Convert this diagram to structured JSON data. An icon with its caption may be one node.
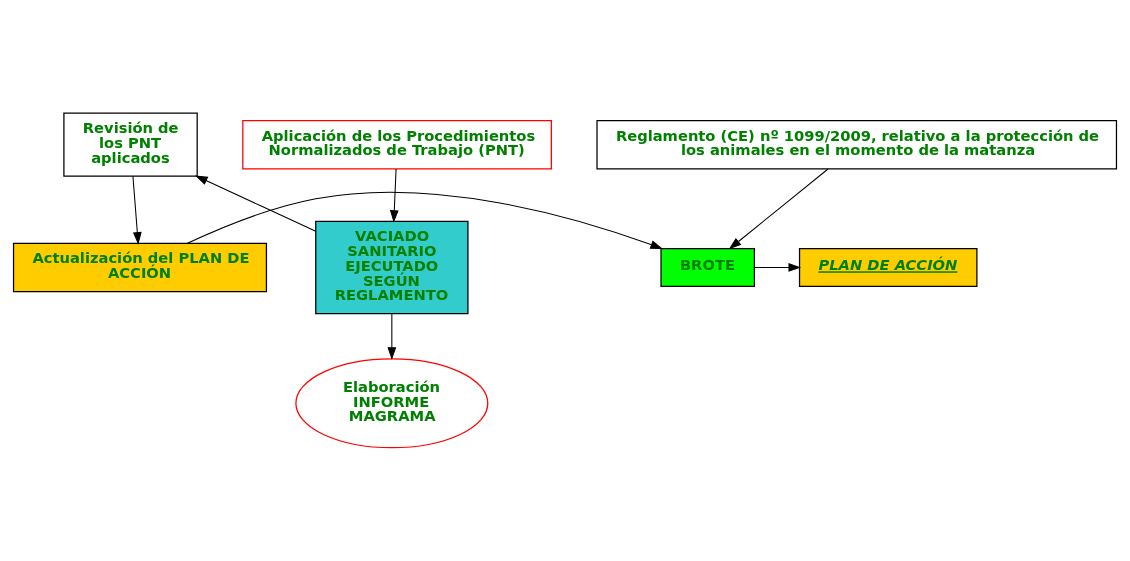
{
  "diagram": {
    "nodes": [
      {
        "text": [
          "Reglamento (CE) nº 1099/2009, relativo a la protección de los animales en el momento de la matanza"
        ]
      },
      {
        "text": [
          "Actualización del PLAN DE ACCIÓN"
        ]
      },
      {
        "text": [
          "BROTE"
        ]
      },
      {
        "text": [
          "PLAN DE ACCIÓN"
        ]
      },
      {
        "text": [
          "Aplicación de los Procedimientos Normalizados de Trabajo (PNT)"
        ]
      },
      {
        "text": [
          "Revisión de los PNT aplicados"
        ]
      },
      {
        "text": [
          "VACIADO SANITARIO EJECUTADO SEGÚN REGLAMENTO"
        ]
      },
      {
        "text": [
          "Elaboración INFORME MAGRAMA"
        ]
      }
    ],
    "edges": [
      {
        "from": 0,
        "to": 2,
        "arrow": "to"
      },
      {
        "from": 1,
        "to": 2,
        "arrow": "to"
      },
      {
        "from": 2,
        "to": 3,
        "arrow": "to"
      },
      {
        "from": 4,
        "to": 6,
        "arrow": "to"
      },
      {
        "from": 6,
        "to": 5,
        "arrow": "to"
      },
      {
        "from": 6,
        "to": 7,
        "arrow": "to"
      },
      {
        "from": 5,
        "to": 1,
        "arrow": "to"
      }
    ]
  }
}
